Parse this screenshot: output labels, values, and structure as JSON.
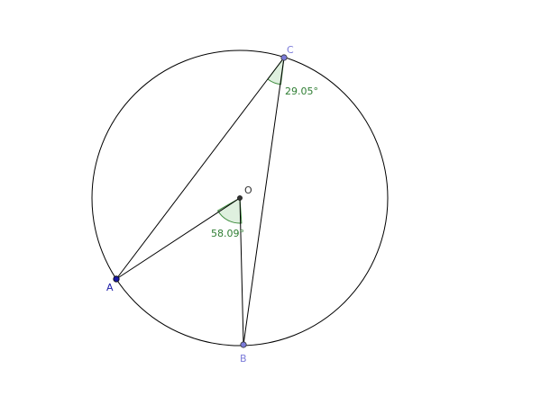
{
  "points": {
    "A": {
      "label": "A",
      "color": "#1a1aa6"
    },
    "B": {
      "label": "B",
      "color": "#7b7bd9"
    },
    "C": {
      "label": "C",
      "color": "#7b7bd9"
    },
    "O": {
      "label": "O",
      "color": "#333333"
    }
  },
  "angles": {
    "inscribed": {
      "label": "29.05°",
      "value": 29.05
    },
    "central": {
      "label": "58.09°",
      "value": 58.09
    }
  },
  "colors": {
    "stroke": "#000000",
    "angle_text": "#2e7d32",
    "angle_fill": "#dff0df",
    "angle_stroke": "#3a8a3a"
  }
}
